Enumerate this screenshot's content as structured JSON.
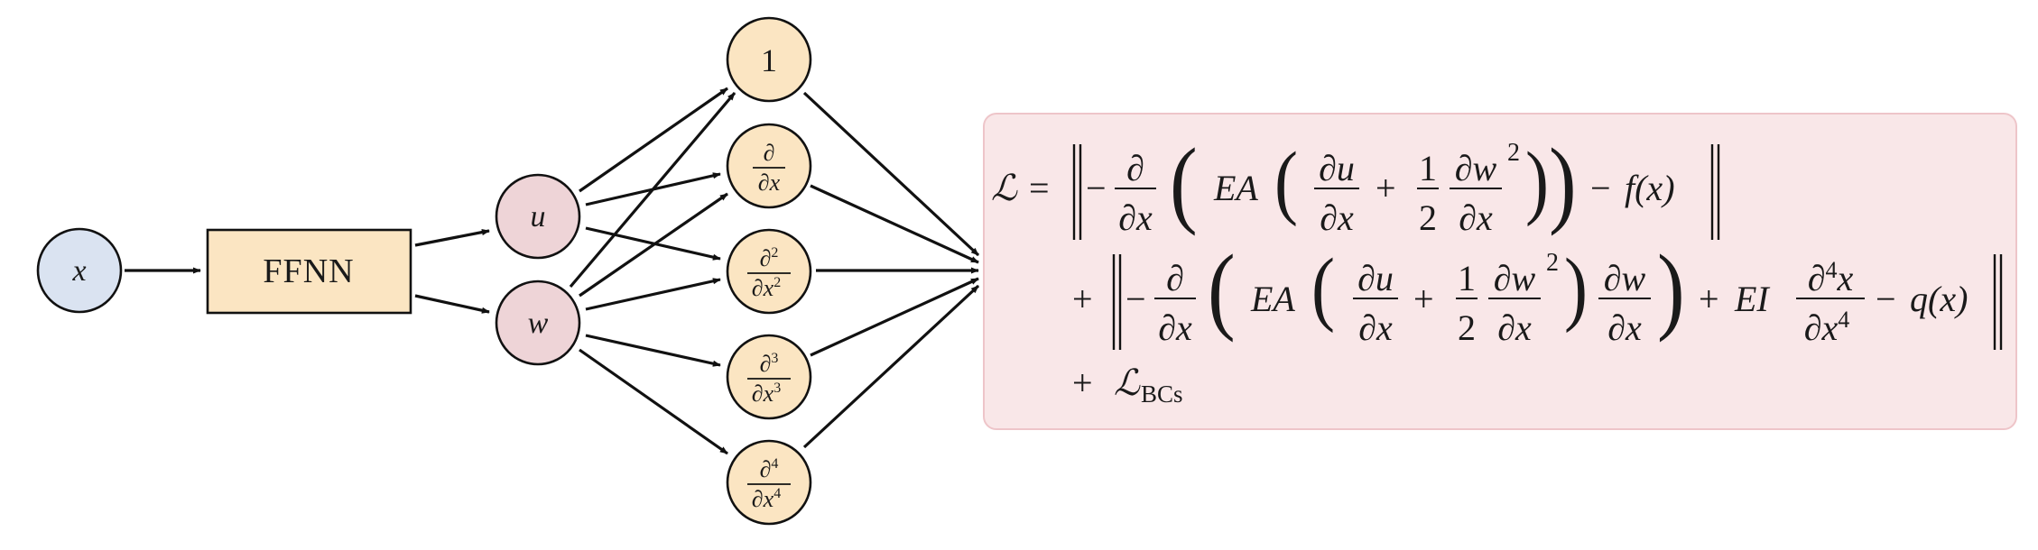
{
  "colors": {
    "input_node": "#dae3f1",
    "ffnn_box": "#fbe5c2",
    "output_node": "#eed4d7",
    "derivative_node": "#fbe5c2",
    "loss_box_fill": "#f9e7e8",
    "loss_box_stroke": "#eec5c9",
    "edge": "#111111"
  },
  "nodes": {
    "input": "x",
    "network": "FFNN",
    "outputs": [
      "u",
      "w"
    ]
  },
  "derivatives": {
    "identity": "1",
    "partial": "∂",
    "var": "x",
    "orders": [
      "2",
      "3",
      "4"
    ]
  },
  "loss": {
    "symbol": "ℒ",
    "eq": "=",
    "d": "∂",
    "u": "u",
    "w": "w",
    "x": "x",
    "one": "1",
    "two": "2",
    "four": "4",
    "EA": "EA",
    "EI": "EI",
    "f": "f(x)",
    "q": "q(x)",
    "plus": "+",
    "minus": "−",
    "bcs_sub": "BCs"
  }
}
